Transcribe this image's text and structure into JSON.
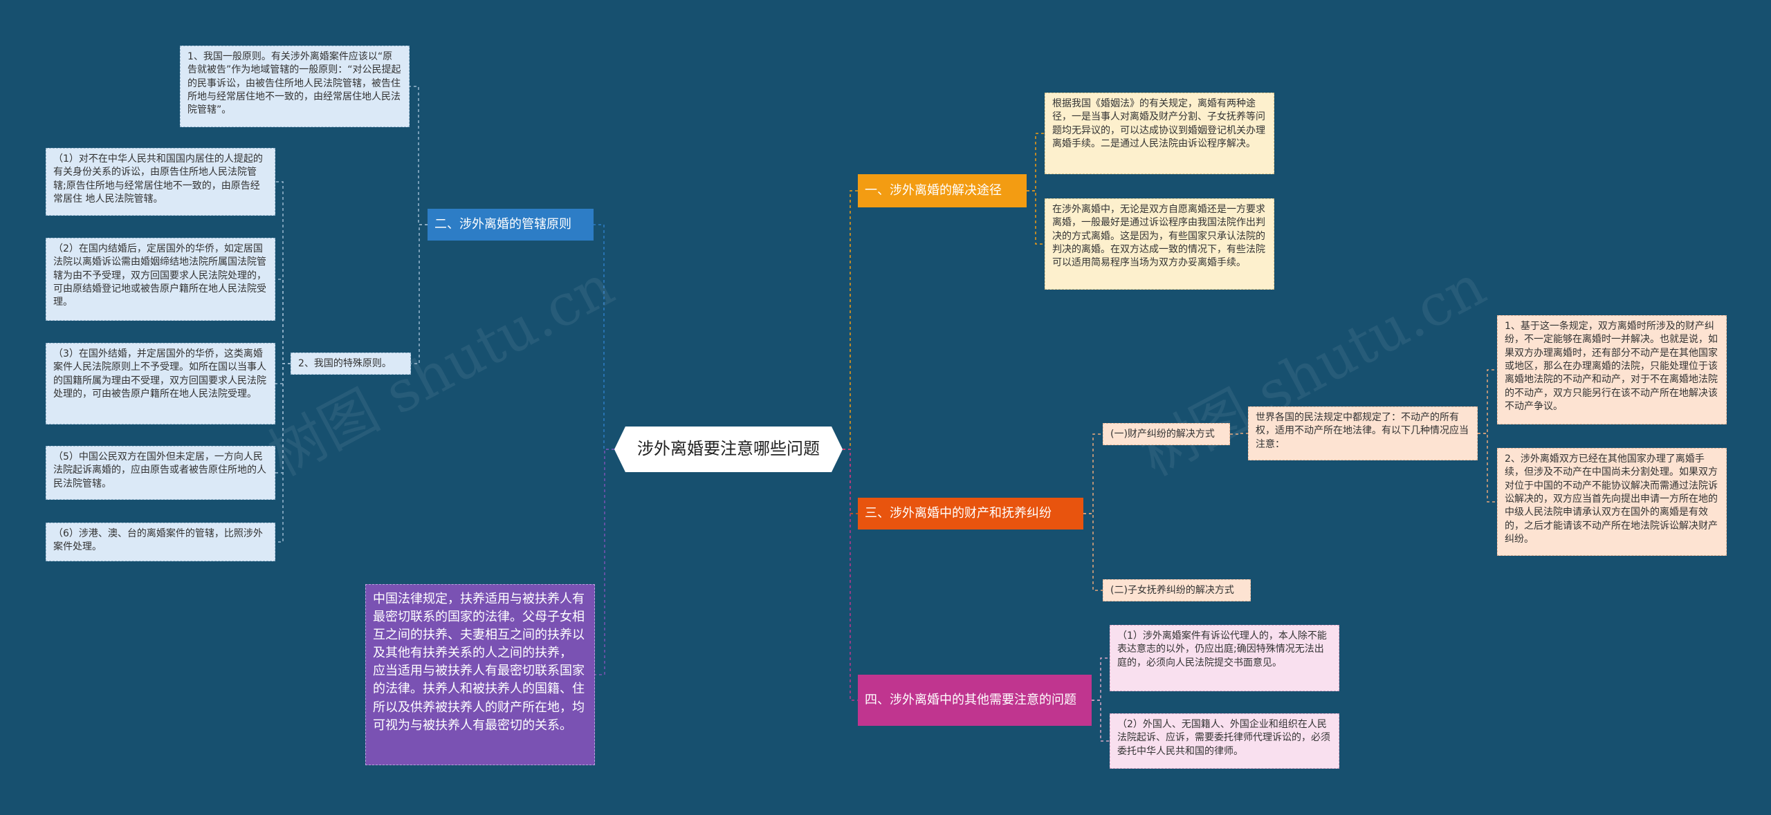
{
  "root": "涉外离婚要注意哪些问题",
  "watermark": "树图 shutu.cn",
  "colors": {
    "background": "#17506f",
    "blue": "#2d7dc6",
    "orange": "#f39c12",
    "red": "#e8540e",
    "magenta": "#c0358f",
    "purple": "#7a52b3"
  },
  "branches": {
    "b1": "一、涉外离婚的解决途径",
    "b2": "二、涉外离婚的管辖原则",
    "b3": "三、涉外离婚中的财产和抚养纠纷",
    "b4": "四、涉外离婚中的其他需要注意的问题"
  },
  "b1_children": [
    "根据我国《婚姻法》的有关规定，离婚有两种途径，一是当事人对离婚及财产分割、子女抚养等问题均无异议的，可以达成协议到婚姻登记机关办理离婚手续。二是通过人民法院由诉讼程序解决。",
    "在涉外离婚中，无论是双方自愿离婚还是一方要求离婚，一般最好是通过诉讼程序由我国法院作出判决的方式离婚。这是因为，有些国家只承认法院的判决的离婚。在双方达成一致的情况下，有些法院可以适用简易程序当场为双方办妥离婚手续。"
  ],
  "b2_children": {
    "general": "1、我国一般原则。有关涉外离婚案件应该以“原告就被告”作为地域管辖的一般原则：“对公民提起的民事诉讼，由被告住所地人民法院管辖，被告住所地与经常居住地不一致的，由经常居住地人民法院管辖”。",
    "special": "2、我国的特殊原则。",
    "special_items": [
      "（1）对不在中华人民共和国国内居住的人提起的有关身份关系的诉讼，由原告住所地人民法院管辖;原告住所地与经常居住地不一致的，由原告经常居住 地人民法院管辖。",
      "（2）在国内结婚后，定居国外的华侨，如定居国法院以离婚诉讼需由婚姻缔结地法院所属国法院管辖为由不予受理，双方回国要求人民法院处理的，可由原结婚登记地或被告原户籍所在地人民法院受理。",
      "（3）在国外结婚，并定居国外的华侨，这类离婚案件人民法院原则上不予受理。如所在国以当事人的国籍所属为理由不受理，双方回国要求人民法院处理的，可由被告原户籍所在地人民法院受理。",
      "（5）中国公民双方在国外但未定居，一方向人民法院起诉离婚的，应由原告或者被告原住所地的人民法院管辖。",
      "（6）涉港、澳、台的离婚案件的管辖，比照涉外案件处理。"
    ]
  },
  "b3_children": {
    "property": "(一)财产纠纷的解决方式",
    "property_detail": "世界各国的民法规定中都规定了：不动产的所有权，适用不动产所在地法律。有以下几种情况应当注意：",
    "property_items": [
      "1、基于这一条规定，双方离婚时所涉及的财产纠纷，不一定能够在离婚时一并解决。也就是说，如果双方办理离婚时，还有部分不动产是在其他国家或地区，那么在办理离婚的法院，只能处理位于该离婚地法院的不动产和动产，对于不在离婚地法院的不动产，双方只能另行在该不动产所在地解决该不动产争议。",
      "2、涉外离婚双方已经在其他国家办理了离婚手续，但涉及不动产在中国尚未分割处理。如果双方对位于中国的不动产不能协议解决而需通过法院诉讼解决的，双方应当首先向提出申请一方所在地的中级人民法院申请承认双方在国外的离婚是有效的，之后才能请该不动产所在地法院诉讼解决财产纠纷。"
    ],
    "custody": "(二)子女抚养纠纷的解决方式",
    "custody_detail": "中国法律规定，扶养适用与被扶养人有最密切联系的国家的法律。父母子女相互之间的扶养、夫妻相互之间的扶养以及其他有扶养关系的人之间的扶养， 应当适用与被扶养人有最密切联系国家的法律。扶养人和被扶养人的国籍、住所以及供养被扶养人的财产所在地，均可视为与被扶养人有最密切的关系。"
  },
  "b4_children": [
    "（1）涉外离婚案件有诉讼代理人的，本人除不能表达意志的以外，仍应出庭;确因特殊情况无法出庭的，必须向人民法院提交书面意见。",
    "（2）外国人、无国籍人、外国企业和组织在人民法院起诉、应诉，需要委托律师代理诉讼的，必须委托中华人民共和国的律师。"
  ]
}
